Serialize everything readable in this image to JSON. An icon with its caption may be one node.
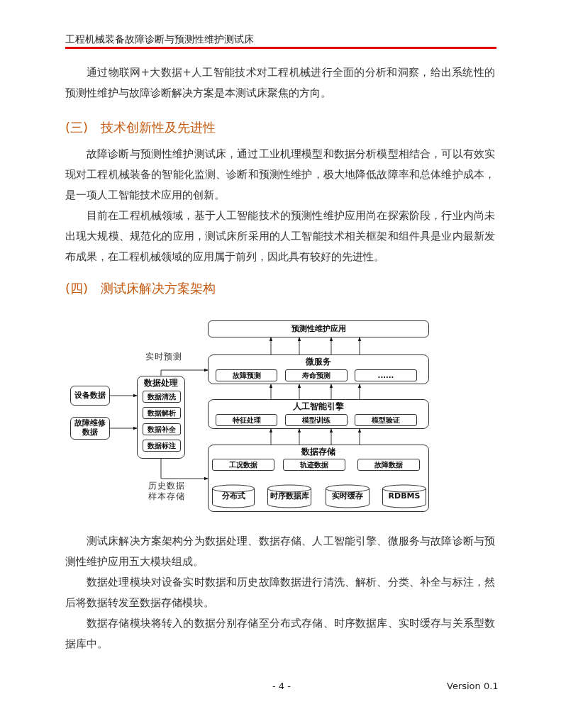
{
  "diagram": {
    "nodes": [
      {
        "text": [
          "预测性维护应用"
        ]
      },
      {
        "text": [
          "微服务"
        ]
      },
      {
        "text": [
          "故障预测"
        ],
        "in": 1
      },
      {
        "text": [
          "寿命预测"
        ],
        "in": 1
      },
      {
        "text": [
          "......"
        ],
        "in": 1
      },
      {
        "text": [
          "数据处理"
        ]
      },
      {
        "text": [
          "数据清洗"
        ],
        "in": 5
      },
      {
        "text": [
          "数据解析"
        ],
        "in": 5
      },
      {
        "text": [
          "数据补全"
        ],
        "in": 5
      },
      {
        "text": [
          "数据标注"
        ],
        "in": 5
      },
      {
        "text": [
          "设备数据"
        ]
      },
      {
        "text": [
          "故障维修数据"
        ]
      },
      {
        "text": [
          "人工智能引擎"
        ]
      },
      {
        "text": [
          "特征处理"
        ],
        "in": 12
      },
      {
        "text": [
          "模型训练"
        ],
        "in": 12
      },
      {
        "text": [
          "模型验证"
        ],
        "in": 12
      },
      {
        "text": [
          "数据存储"
        ]
      },
      {
        "text": [
          "工况数据"
        ],
        "in": 16
      },
      {
        "text": [
          "轨迹数据"
        ],
        "in": 16
      },
      {
        "text": [
          "故障数据"
        ],
        "in": 16
      },
      {
        "text": [
          "分布式"
        ],
        "in": 16
      },
      {
        "text": [
          "时序数据库"
        ],
        "in": 16
      },
      {
        "text": [
          "实时缓存"
        ],
        "in": 16
      },
      {
        "text": [
          "RDBMS"
        ],
        "in": 16
      }
    ],
    "edges": [
      {
        "from": 10,
        "to": 5,
        "arrow": "to"
      },
      {
        "from": 11,
        "to": 5,
        "arrow": "to"
      },
      {
        "from": 5,
        "to": 1,
        "arrow": "to",
        "label": "实时预测"
      },
      {
        "from": 5,
        "to": 16,
        "arrow": "to",
        "label": "历史数据样本存储"
      },
      {
        "from": 1,
        "to": 0,
        "arrow": "to"
      },
      {
        "from": 1,
        "to": 0,
        "arrow": "to"
      },
      {
        "from": 1,
        "to": 0,
        "arrow": "to"
      },
      {
        "from": 1,
        "to": 0,
        "arrow": "to"
      },
      {
        "from": 12,
        "to": 1,
        "arrow": "to"
      },
      {
        "from": 12,
        "to": 1,
        "arrow": "to"
      },
      {
        "from": 12,
        "to": 1,
        "arrow": "to"
      },
      {
        "from": 12,
        "to": 1,
        "arrow": "to"
      },
      {
        "from": 16,
        "to": 12,
        "arrow": "to"
      },
      {
        "from": 16,
        "to": 12,
        "arrow": "to"
      },
      {
        "from": 16,
        "to": 12,
        "arrow": "to"
      },
      {
        "from": 16,
        "to": 12,
        "arrow": "to"
      }
    ],
    "labels": [
      "工程机械装备故障诊断与预测性维护测试床",
      "通过物联网+大数据+人工智能技术对工程机械进行全面的分析和洞察，给出系统性的预测性维护与故障诊断解决方案是本测试床聚焦的方向。",
      "(三)　技术创新性及先进性",
      "故障诊断与预测性维护测试床，通过工业机理模型和数据分析模型相结合，可以有效实现对工程机械装备的智能化监测、诊断和预测性维护，极大地降低故障率和总体维护成本，是一项人工智能技术应用的创新。",
      "目前在工程机械领域，基于人工智能技术的预测性维护应用尚在探索阶段，行业内尚未出现大规模、规范化的应用，测试床所采用的人工智能技术相关框架和组件具是业内最新发布成果，在工程机械领域的应用属于前列，因此具有较好的先进性。",
      "(四)　测试床解决方案架构",
      "测试床解决方案架构分为数据处理、数据存储、人工智能引擎、微服务与故障诊断与预测性维护应用五大模块组成。",
      "数据处理模块对设备实时数据和历史故障数据进行清洗、解析、分类、补全与标注，然后将数据转发至数据存储模块。",
      "数据存储模块将转入的数据分别存储至分布式存储、时序数据库、实时缓存与关系型数据库中。",
      "- 4 -",
      "Version 0.1"
    ]
  }
}
